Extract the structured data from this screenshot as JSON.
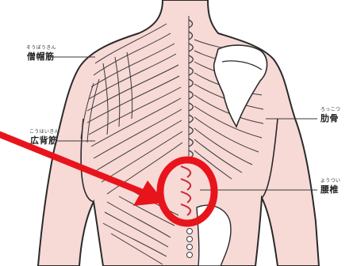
{
  "labels": {
    "sojobokin": {
      "ruby": "そうぼうきん",
      "name": "僧帽筋"
    },
    "kohaikin": {
      "ruby": "こうはいきん",
      "name": "広背筋"
    },
    "rokkotsu": {
      "ruby": "ろっこつ",
      "name": "肋骨"
    },
    "yotsui": {
      "ruby": "ようつい",
      "name": "腰椎"
    }
  },
  "colors": {
    "skin": "#f7d9d6",
    "muscle_line": "#3a3a3a",
    "lumbar_highlight": "#c9303a",
    "annotation": "#e8141c",
    "bone": "#ffffff"
  },
  "annotation": {
    "arrow_icon": "arrow-icon",
    "circle_icon": "highlight-circle-icon"
  }
}
